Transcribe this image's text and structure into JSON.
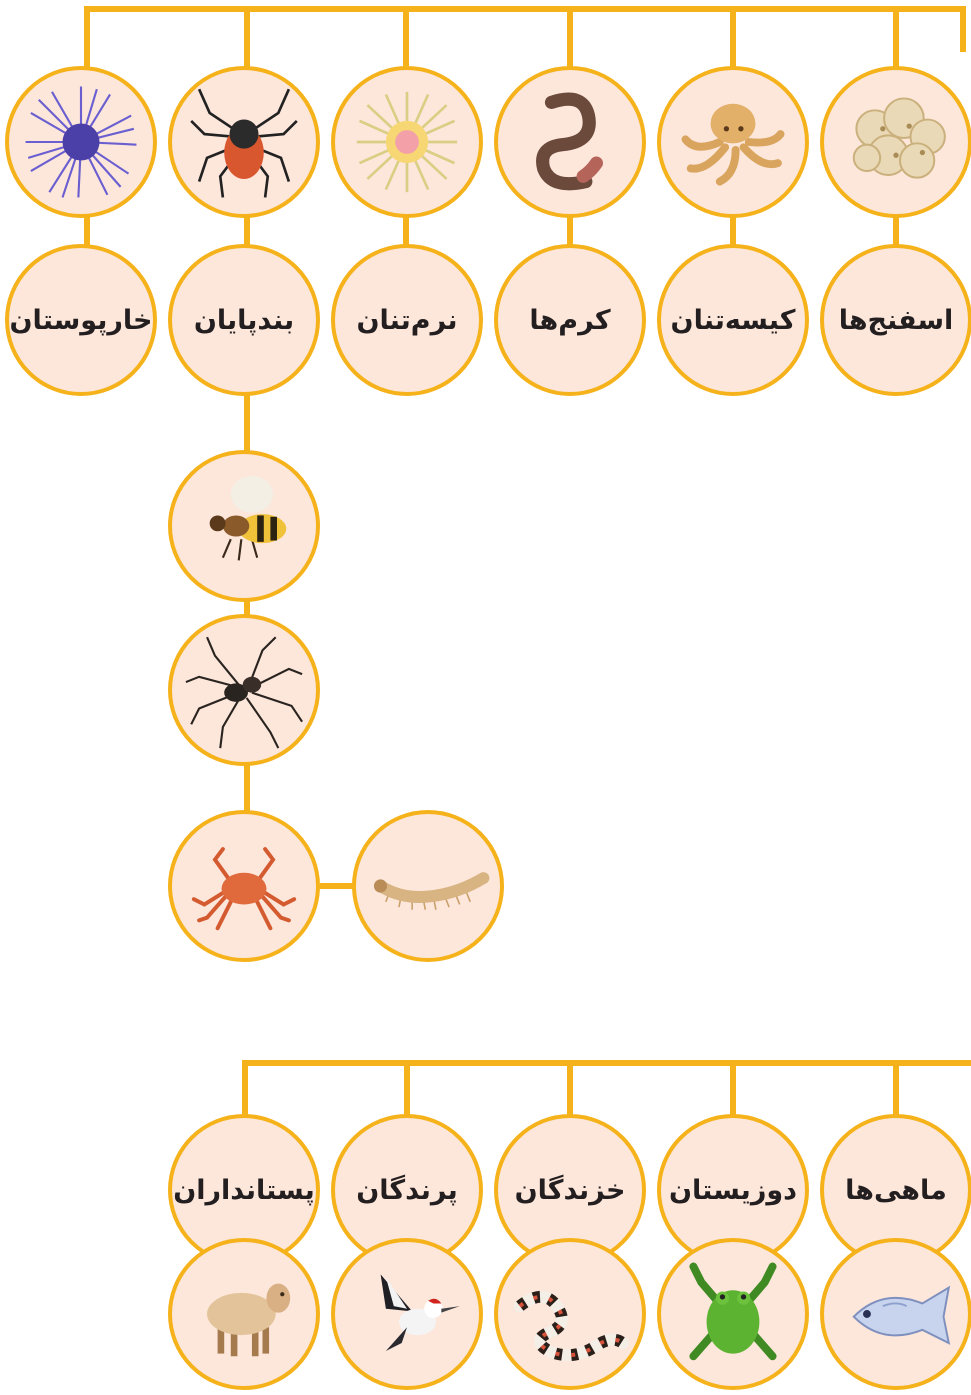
{
  "invertebrates": {
    "groups": [
      {
        "label": "اسفنج‌ها",
        "icon": "sponge-icon"
      },
      {
        "label": "کیسه‌تنان",
        "icon": "octopus-icon"
      },
      {
        "label": "کرم‌ها",
        "icon": "worm-icon"
      },
      {
        "label": "نرم‌تنان",
        "icon": "sea-anemone-icon"
      },
      {
        "label": "بندپایان",
        "icon": "tick-icon"
      },
      {
        "label": "خارپوستان",
        "icon": "sea-urchin-icon"
      }
    ],
    "arthropod_examples": [
      {
        "icon": "bee-icon"
      },
      {
        "icon": "spider-icon"
      },
      {
        "icon": "crab-icon"
      },
      {
        "icon": "centipede-icon"
      }
    ]
  },
  "vertebrates": {
    "groups": [
      {
        "label": "ماهی‌ها",
        "icon": "fish-icon"
      },
      {
        "label": "دوزیستان",
        "icon": "frog-icon"
      },
      {
        "label": "خزندگان",
        "icon": "snake-icon"
      },
      {
        "label": "پرندگان",
        "icon": "bird-icon"
      },
      {
        "label": "پستانداران",
        "icon": "sheep-icon"
      }
    ]
  },
  "colors": {
    "connector": "#f5b21b",
    "circle_fill": "#fde6da",
    "text": "#231f20"
  }
}
